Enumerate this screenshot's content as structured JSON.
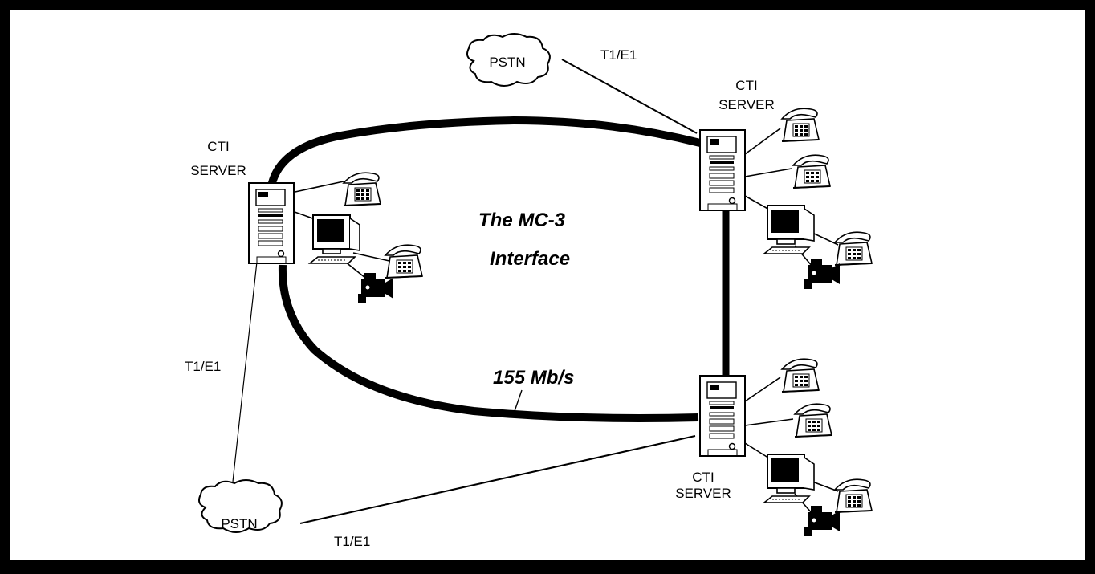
{
  "diagram": {
    "labels": {
      "pstn_top": "PSTN",
      "pstn_bottom": "PSTN",
      "link_top": "T1/E1",
      "link_left": "T1/E1",
      "link_bottom": "T1/E1",
      "server_left_line1": "CTI",
      "server_left_line2": "SERVER",
      "server_top_line1": "CTI",
      "server_top_line2": "SERVER",
      "server_bottom_line1": "CTI",
      "server_bottom_line2": "SERVER",
      "interface_line1": "The MC-3",
      "interface_line2": "Interface",
      "bandwidth": "155 Mb/s"
    },
    "colors": {
      "background": "#ffffff",
      "frame": "#000000",
      "ink": "#000000"
    }
  }
}
